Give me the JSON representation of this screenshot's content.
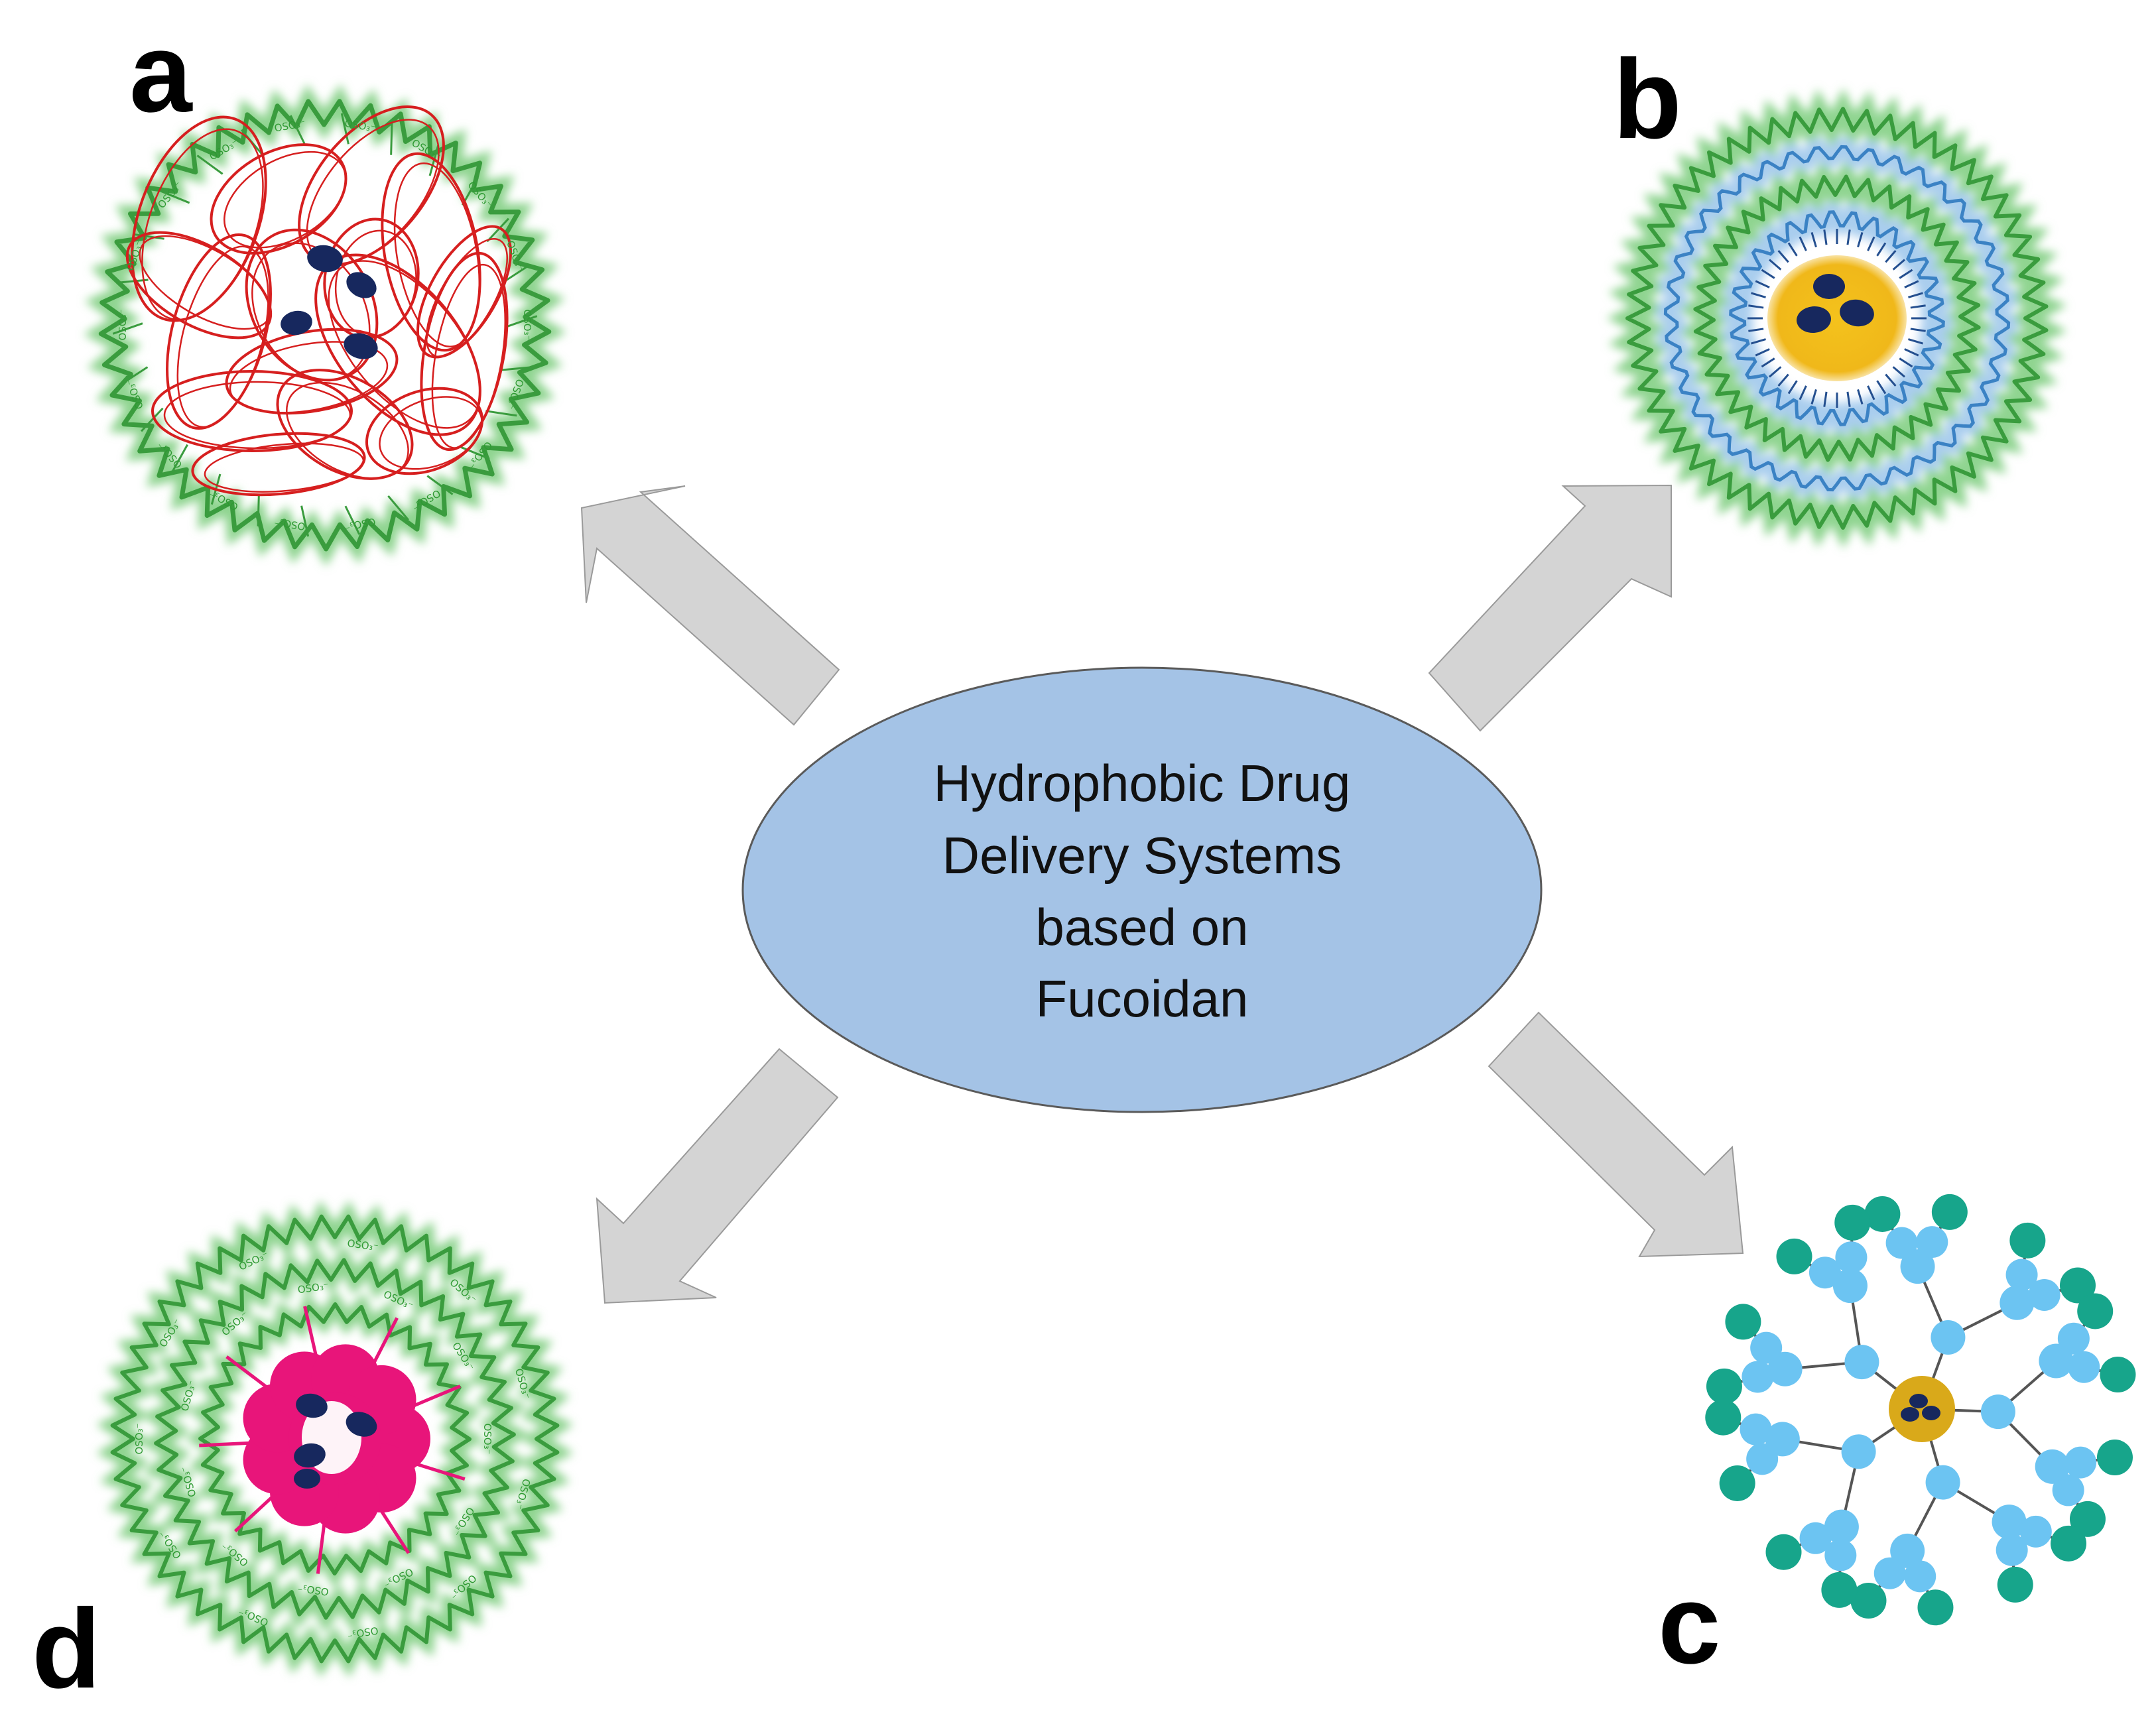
{
  "center": {
    "lines": [
      "Hydrophobic Drug",
      "Delivery Systems",
      "based on",
      "Fucoidan"
    ],
    "fill": "#a4c3e6",
    "stroke": "#5a5a5a"
  },
  "panels": [
    {
      "id": "a",
      "letter": "a"
    },
    {
      "id": "b",
      "letter": "b"
    },
    {
      "id": "c",
      "letter": "c"
    },
    {
      "id": "d",
      "letter": "d"
    }
  ],
  "sulfate_label": "OSO₃⁻",
  "colors": {
    "fucoidan_green": "#3a9c3e",
    "fucoidan_glow": "#8fd490",
    "polymer_red": "#d61f1f",
    "drug_navy": "#17285e",
    "micelle_blue": "#3b82c4",
    "core_yellow": "#f0b81a",
    "dendrimer_teal": "#17a58b",
    "dendrimer_lightblue": "#6cc4f2",
    "dendrimer_core": "#d9a91a",
    "liposome_pink": "#e8157a",
    "arrow_fill": "#d4d4d4",
    "arrow_stroke": "#9a9a9a"
  },
  "icons": [
    "arrow-up-left-icon",
    "arrow-up-right-icon",
    "arrow-down-right-icon",
    "arrow-down-left-icon"
  ]
}
